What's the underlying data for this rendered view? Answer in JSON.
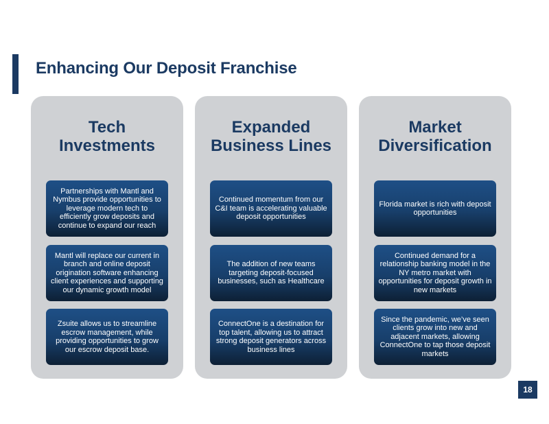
{
  "slide": {
    "title": "Enhancing Our Deposit Franchise",
    "page_number": "18"
  },
  "colors": {
    "brand_navy": "#1b3a62",
    "column_gray": "#cfd1d4",
    "card_gradient_top": "#1e4f86",
    "card_gradient_bottom": "#0d2035"
  },
  "columns": [
    {
      "heading": "Tech\nInvestments",
      "cards": [
        "Partnerships with Mantl and Nymbus provide opportunities to leverage modern tech to efficiently grow deposits and continue to expand our reach",
        "Mantl will replace our current in branch and online deposit origination software enhancing client experiences and supporting our dynamic growth model",
        "Zsuite allows us to streamline escrow management, while providing opportunities to grow our escrow deposit base."
      ]
    },
    {
      "heading": "Expanded\nBusiness Lines",
      "cards": [
        "Continued momentum from our C&I team is accelerating valuable deposit opportunities",
        "The addition of new teams targeting deposit-focused businesses, such as Healthcare",
        "ConnectOne is a destination for top talent, allowing us to attract strong deposit generators across business lines"
      ]
    },
    {
      "heading": "Market\nDiversification",
      "cards": [
        "Florida market is rich with deposit opportunities",
        "Continued demand for a relationship banking model in the NY metro market with opportunities for deposit growth in new markets",
        "Since the pandemic, we’ve seen clients grow into new and adjacent markets, allowing ConnectOne to tap those deposit markets"
      ]
    }
  ]
}
